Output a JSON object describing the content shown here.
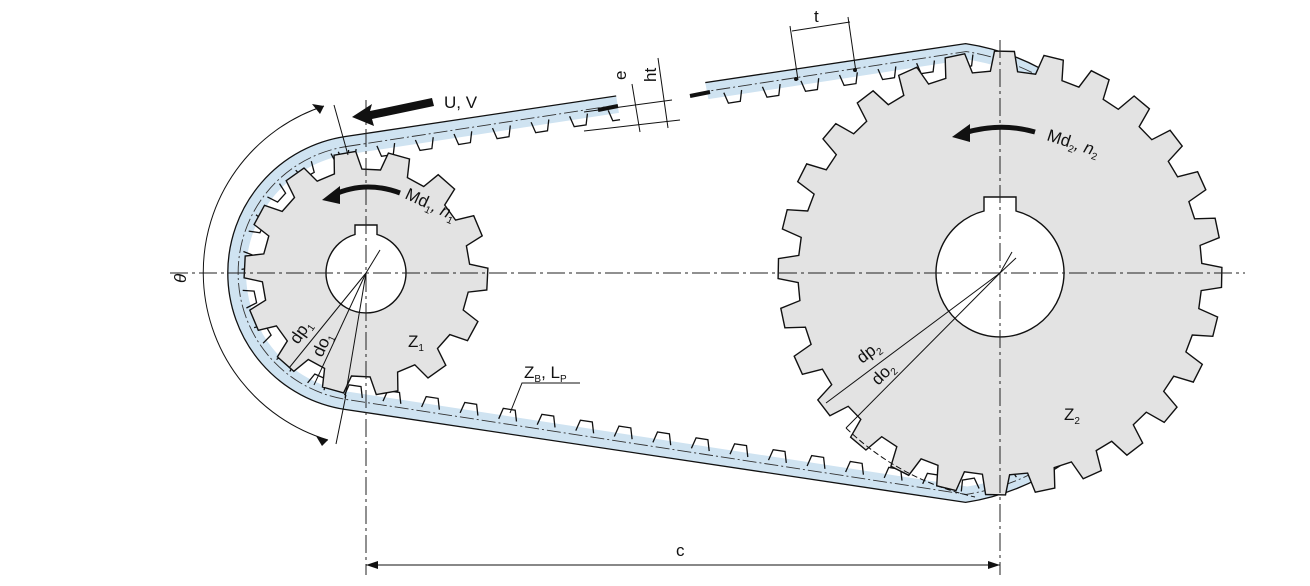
{
  "labels": {
    "uv": "U, V",
    "e": "e",
    "ht": "ht",
    "t": "t",
    "md1_main": "Md",
    "md1_sub": "1",
    "n1_main": ", n",
    "n1_sub": "1",
    "md2_main": "Md",
    "md2_sub": "2",
    "n2_main": ", n",
    "n2_sub": "2",
    "theta": "θ",
    "dp1_main": "dp",
    "dp1_sub": "1",
    "do1_main": "do",
    "do1_sub": "1",
    "z1_main": "Z",
    "z1_sub": "1",
    "zb_main": "Z",
    "zb_sub": "B",
    "lp_main": ", L",
    "lp_sub": "P",
    "dp2_main": "dp",
    "dp2_sub": "2",
    "do2_main": "do",
    "do2_sub": "2",
    "z2_main": "Z",
    "z2_sub": "2",
    "c": "c"
  },
  "colors": {
    "belt": "#cfe3f1",
    "pulley": "#e3e3e3",
    "ink": "#111111"
  },
  "pulleys": [
    {
      "name": "small",
      "teeth": 14
    },
    {
      "name": "large",
      "teeth": 28
    }
  ]
}
